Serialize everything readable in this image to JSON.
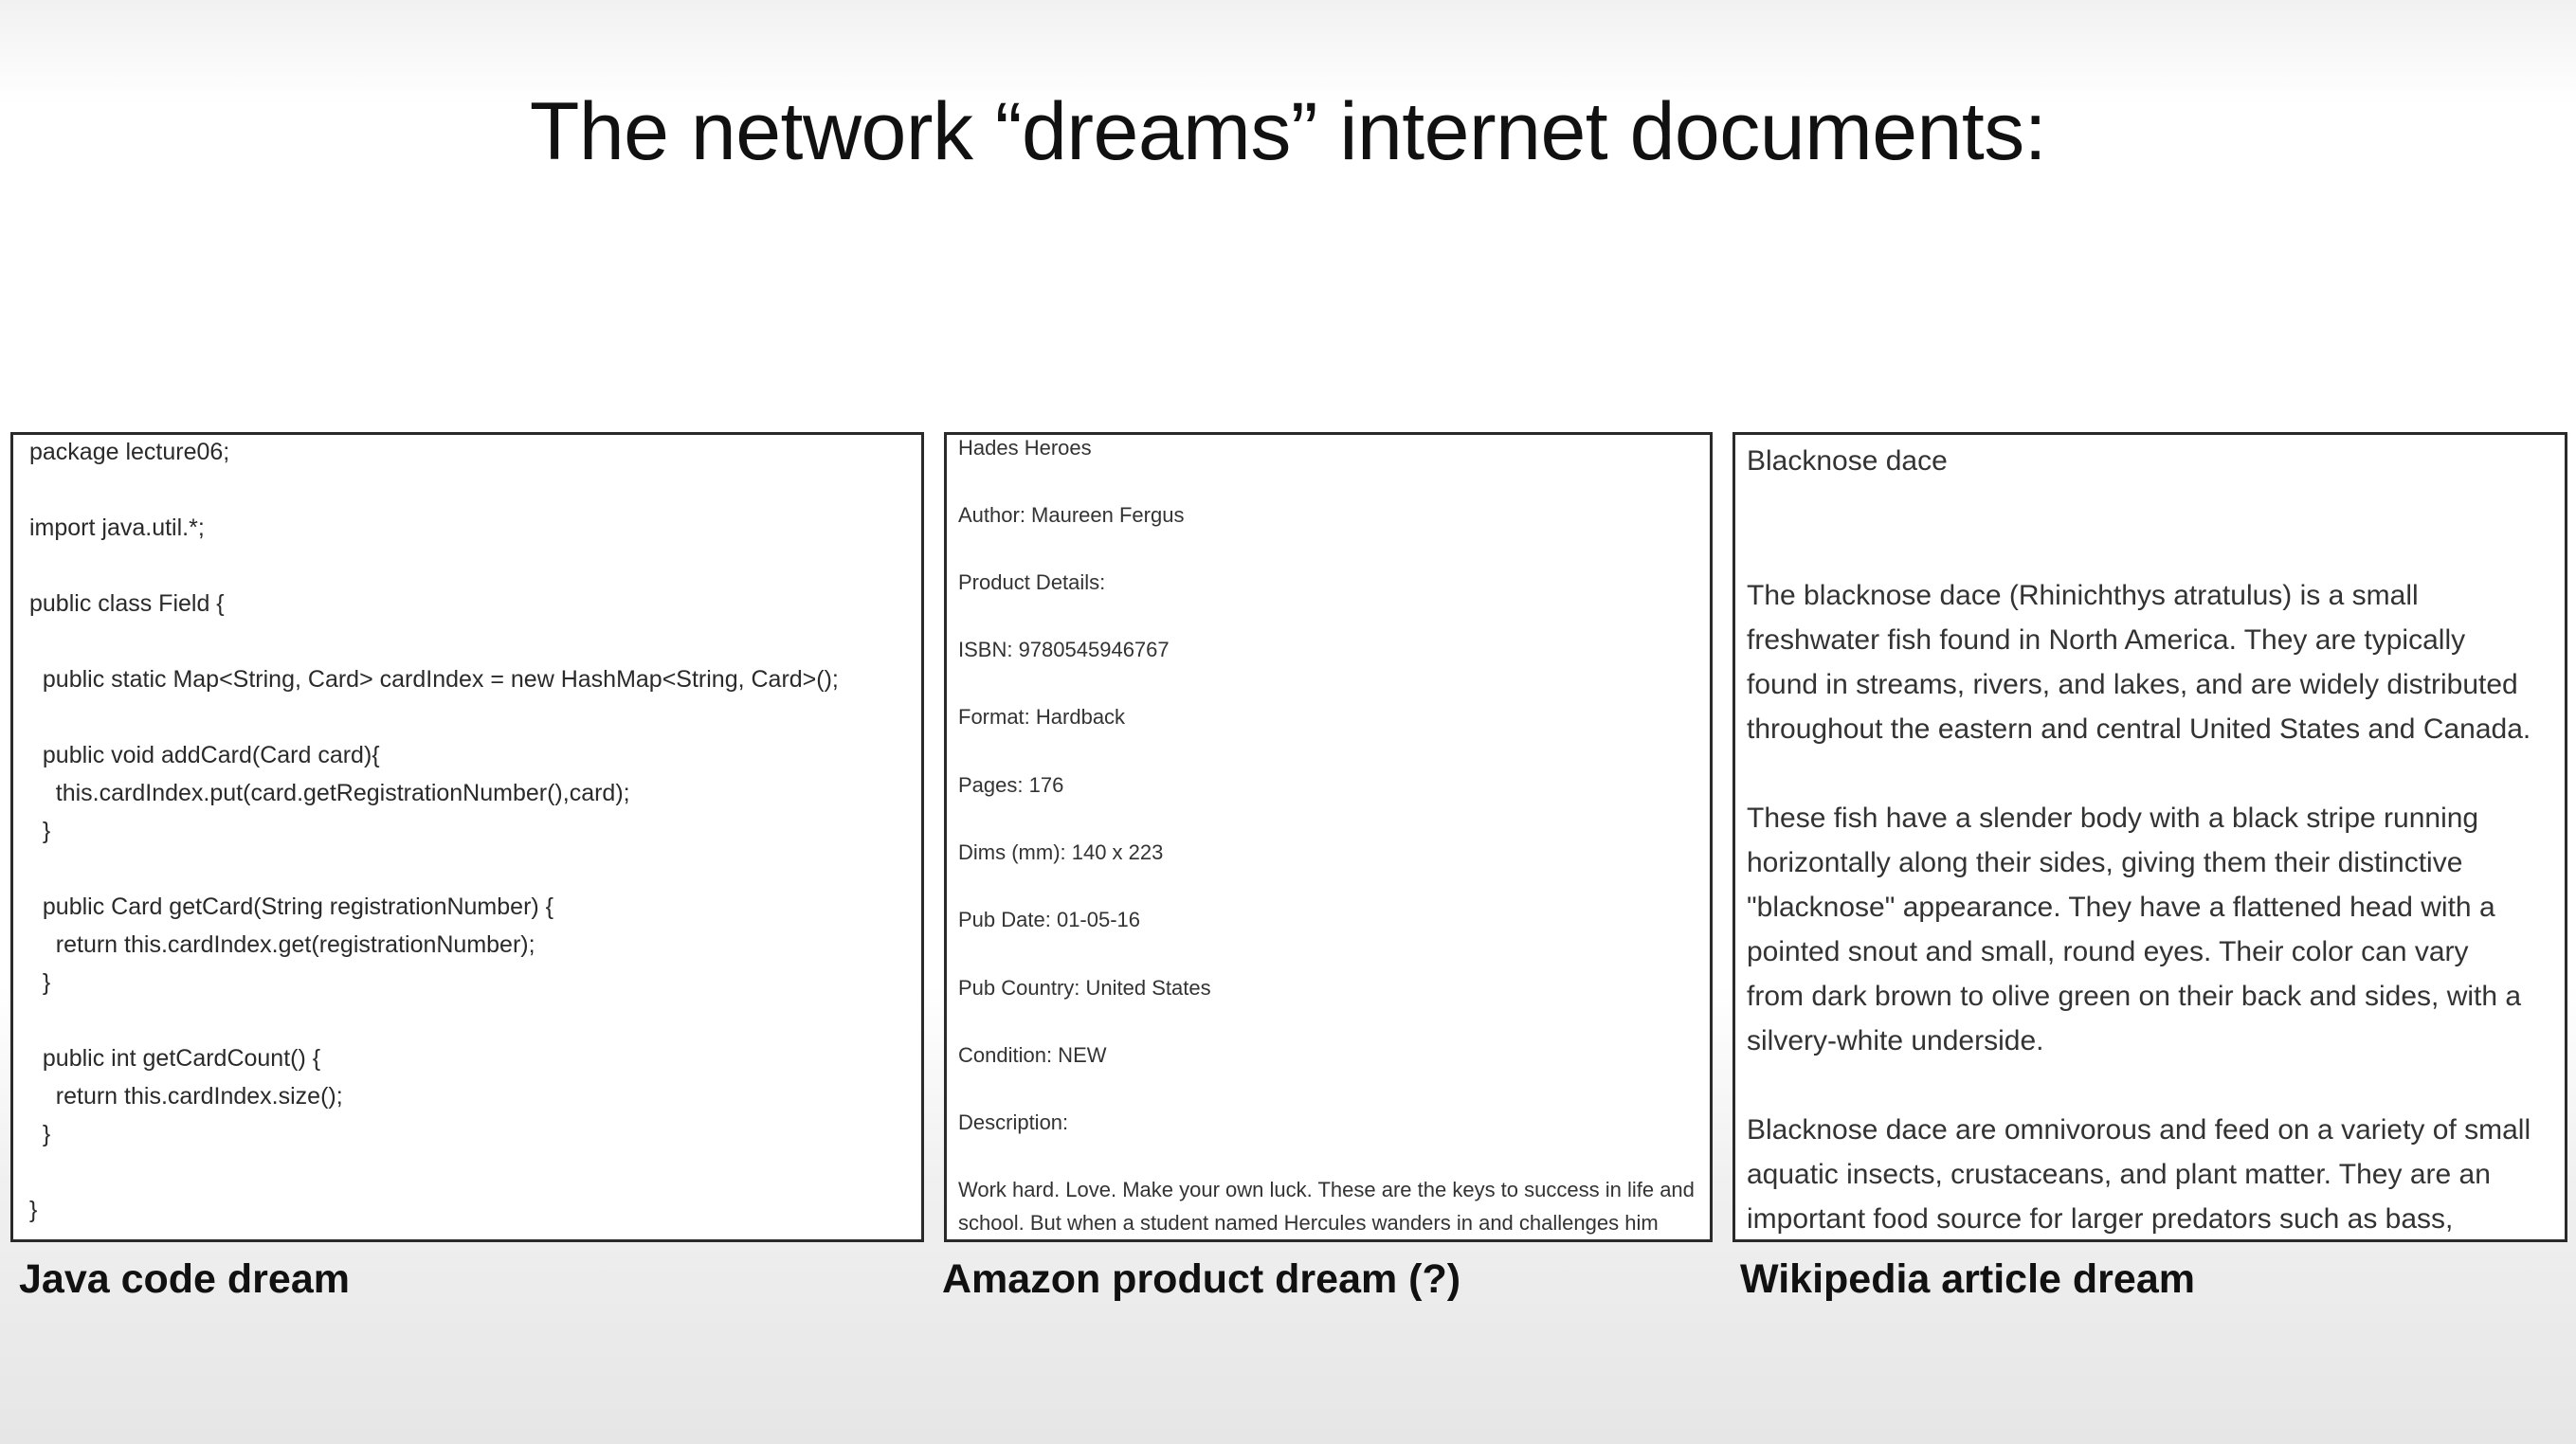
{
  "title": "The network “dreams” internet documents:",
  "java": {
    "caption": "Java code dream",
    "lines": [
      "package lecture06;",
      "import java.util.*;",
      "public class Field {",
      "  public static Map<String, Card> cardIndex = new HashMap<String, Card>();",
      "  public void addCard(Card card){",
      "    this.cardIndex.put(card.getRegistrationNumber(),card);",
      "  }",
      "  public Card getCard(String registrationNumber) {",
      "    return this.cardIndex.get(registrationNumber);",
      "  }",
      "  public int getCardCount() {",
      "    return this.cardIndex.size();",
      "  }",
      "}"
    ]
  },
  "amazon": {
    "caption": "Amazon product dream (?)",
    "lines": [
      "Hades Heroes",
      "Author: Maureen Fergus",
      "Product Details:",
      "ISBN: 9780545946767",
      "Format: Hardback",
      "Pages: 176",
      "Dims (mm): 140 x 223",
      "Pub Date: 01-05-16",
      "Pub Country: United States",
      "Condition: NEW",
      "Description:",
      "Work hard. Love. Make your own luck. These are the keys to success in life and",
      "school. But when a student named Hercules wanders in and challenges him"
    ]
  },
  "wiki": {
    "caption": "Wikipedia article dream",
    "title": "Blacknose dace",
    "paragraphs": [
      [
        "The blacknose dace (Rhinichthys atratulus) is a small",
        "freshwater fish found in North America. They are typically",
        "found in streams, rivers, and lakes, and are widely distributed",
        "throughout the eastern and central United States and Canada."
      ],
      [
        "These fish have a slender body with a black stripe running",
        "horizontally along their sides, giving them their distinctive",
        "\"blacknose\" appearance. They have a flattened head with a",
        "pointed snout and small, round eyes. Their color can vary",
        "from dark brown to olive green on their back and sides, with a",
        "silvery-white underside."
      ],
      [
        "Blacknose dace are omnivorous and feed on a variety of small",
        "aquatic insects, crustaceans, and plant matter. They are an",
        "important food source for larger predators such as bass,"
      ]
    ]
  }
}
